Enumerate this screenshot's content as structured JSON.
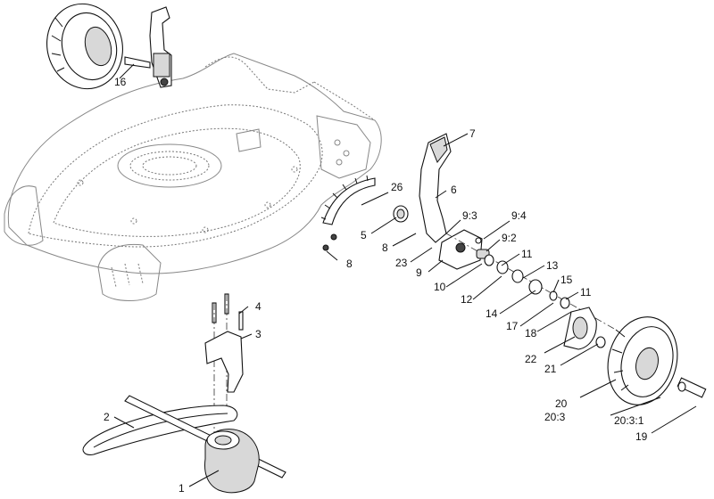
{
  "callouts": [
    {
      "id": "c16",
      "text": "16"
    },
    {
      "id": "c7",
      "text": "7"
    },
    {
      "id": "c26",
      "text": "26"
    },
    {
      "id": "c6",
      "text": "6"
    },
    {
      "id": "c5",
      "text": "5"
    },
    {
      "id": "c93",
      "text": "9:3"
    },
    {
      "id": "c94",
      "text": "9:4"
    },
    {
      "id": "c8a",
      "text": "8"
    },
    {
      "id": "c92",
      "text": "9:2"
    },
    {
      "id": "c8b",
      "text": "8"
    },
    {
      "id": "c23",
      "text": "23"
    },
    {
      "id": "c11a",
      "text": "11"
    },
    {
      "id": "c9",
      "text": "9"
    },
    {
      "id": "c13",
      "text": "13"
    },
    {
      "id": "c10",
      "text": "10"
    },
    {
      "id": "c12",
      "text": "12"
    },
    {
      "id": "c15",
      "text": "15"
    },
    {
      "id": "c11b",
      "text": "11"
    },
    {
      "id": "c14",
      "text": "14"
    },
    {
      "id": "c4",
      "text": "4"
    },
    {
      "id": "c17",
      "text": "17"
    },
    {
      "id": "c3",
      "text": "3"
    },
    {
      "id": "c18",
      "text": "18"
    },
    {
      "id": "c22",
      "text": "22"
    },
    {
      "id": "c21",
      "text": "21"
    },
    {
      "id": "c2",
      "text": "2"
    },
    {
      "id": "c20",
      "text": "20"
    },
    {
      "id": "c203",
      "text": "20:3"
    },
    {
      "id": "c2031",
      "text": "20:3:1"
    },
    {
      "id": "c19",
      "text": "19"
    },
    {
      "id": "c1",
      "text": "1"
    }
  ]
}
